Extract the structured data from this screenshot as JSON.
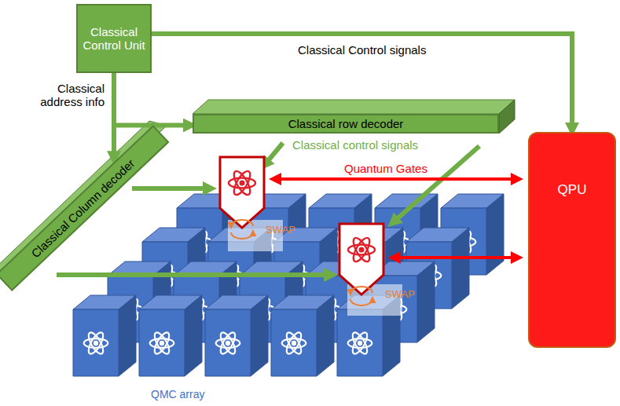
{
  "diagram": {
    "nodes": [
      {
        "text": [
          "Classical Control Unit"
        ]
      },
      {
        "text": [
          "Classical row decoder"
        ]
      },
      {
        "text": [
          "Classical Column decoder"
        ]
      },
      {
        "text": [
          "QPU"
        ]
      }
    ],
    "edges": [
      {
        "from": 0,
        "to": 3,
        "arrow": "to",
        "label": "Classical Control signals"
      },
      {
        "from": 0,
        "to": 1,
        "arrow": "to",
        "label": "Classical address info"
      },
      {
        "from": 0,
        "to": 2,
        "arrow": "to"
      }
    ],
    "labels": [
      "Classical control signals",
      "Quantum Gates",
      "SWAP",
      "SWAP",
      "QMC array"
    ]
  }
}
